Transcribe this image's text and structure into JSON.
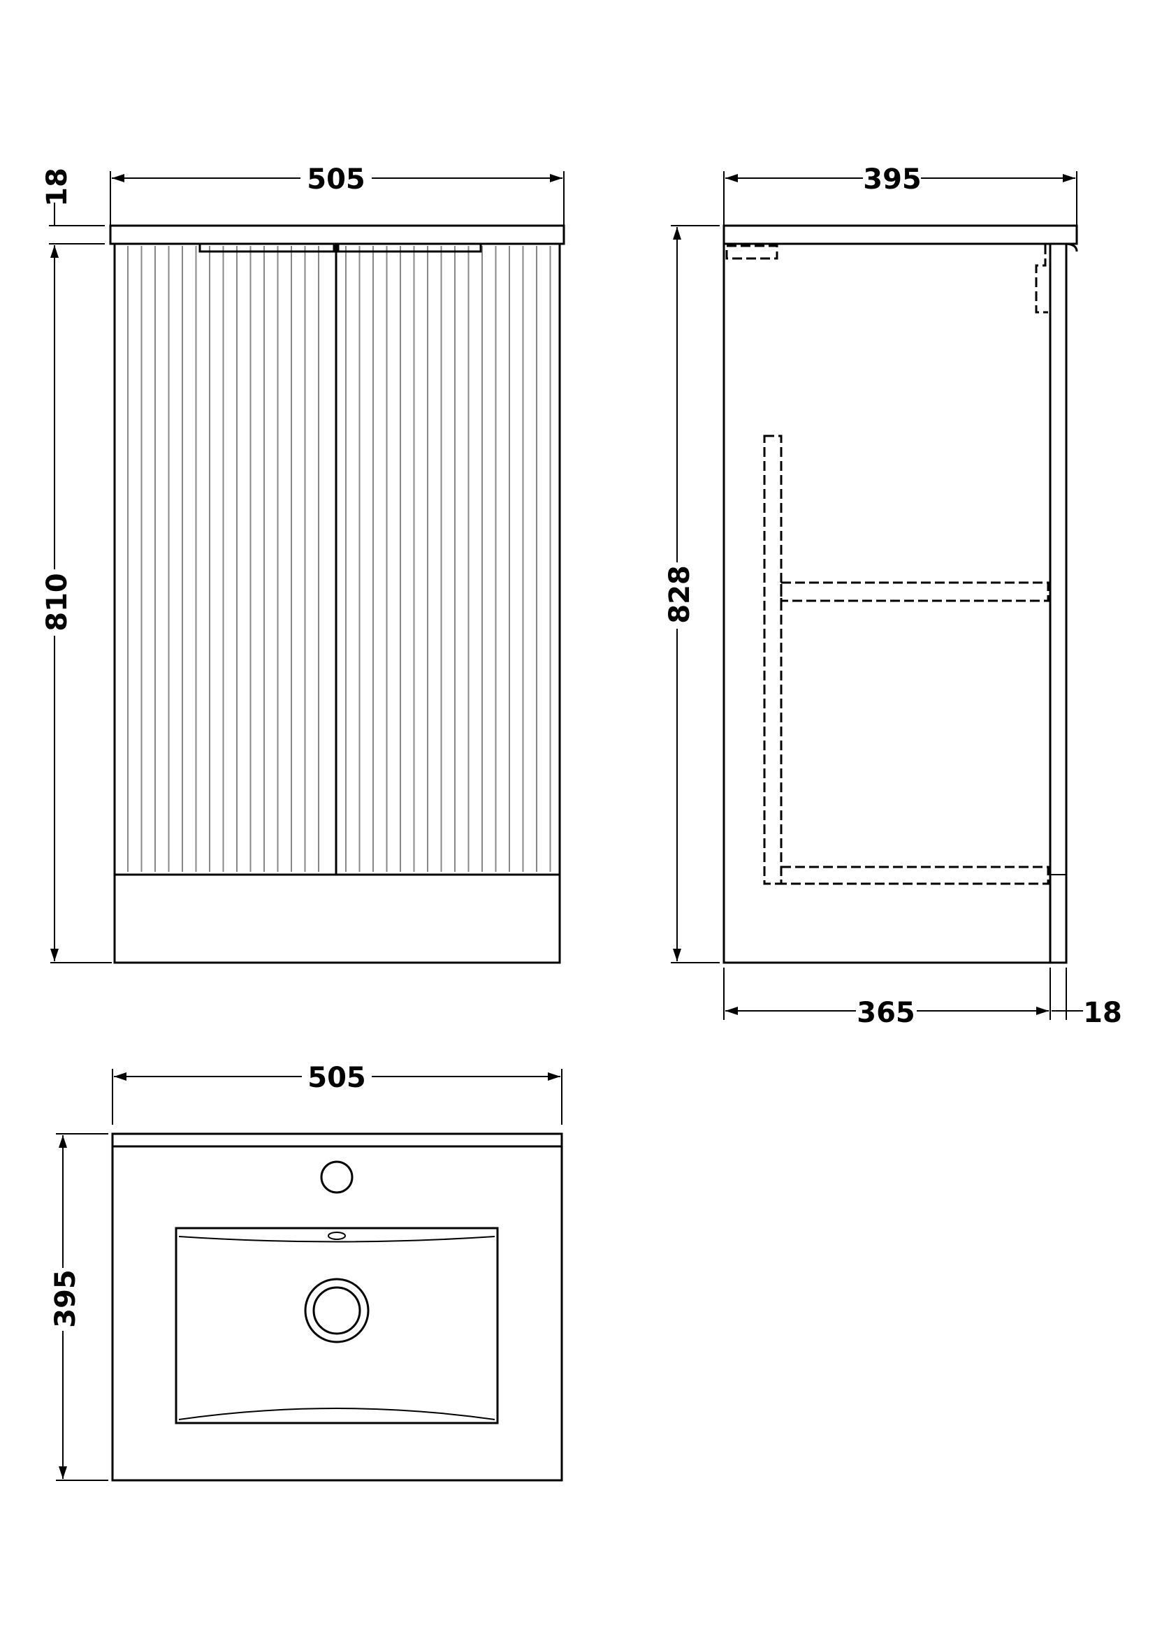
{
  "front_view": {
    "width_label": "505",
    "top_thickness_label": "18",
    "height_label": "810"
  },
  "side_view": {
    "depth_label": "395",
    "total_height_label": "828",
    "body_depth_label": "365",
    "door_thickness_label": "18"
  },
  "top_view": {
    "width_label": "505",
    "depth_label": "395"
  },
  "colors": {
    "line": "#000000",
    "fluting": "#888888"
  }
}
